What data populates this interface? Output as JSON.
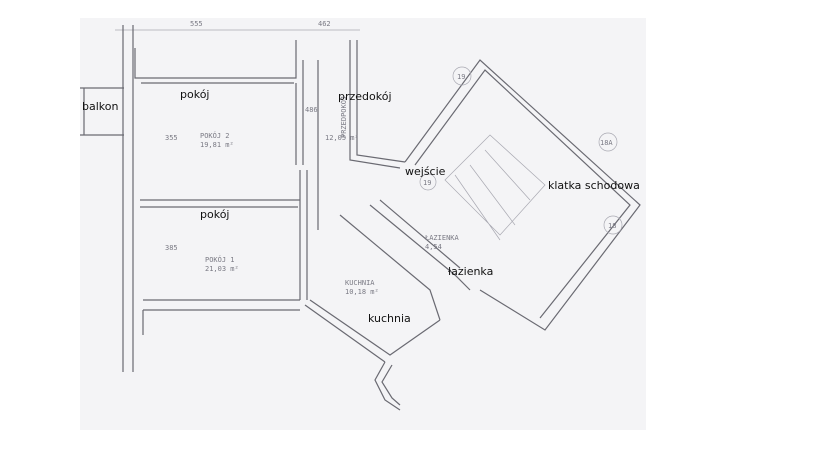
{
  "labels": {
    "balkon": "balkon",
    "pokoj_top": "pokój",
    "przedokoj": "przedokój",
    "wejscie": "wejście",
    "klatka": "klatka schodowa",
    "pokoj_bottom": "pokój",
    "lazienka": "łazienka",
    "kuchnia": "kuchnia"
  },
  "handwritten": {
    "room2": "POKÓJ 2",
    "room2_area": "19,81 m²",
    "hall": "PRZEDPOKÓJ",
    "hall_area": "12,05 m²",
    "room1": "POKÓJ 1",
    "room1_area": "21,03 m²",
    "kitchen": "KUCHNIA",
    "kitchen_area": "10,18 m²",
    "bath": "ŁAZIENKA",
    "bath_area": "4,54",
    "dim_top": "555",
    "dim_top2": "462",
    "dim_hall": "486",
    "dim_room2": "355",
    "dim_room1": "385",
    "stair_19": "19",
    "stair_18a": "18A",
    "stair_18": "18",
    "stair_19b": "19"
  }
}
